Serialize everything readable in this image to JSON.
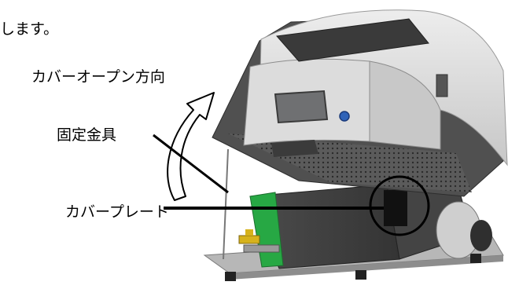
{
  "document": {
    "top_text_fragment": "します。",
    "callouts": {
      "cover_open_direction": "カバーオープン方向",
      "fixing_bracket": "固定金具",
      "cover_plate": "カバープレート"
    }
  },
  "illustration": {
    "subject": "machine-with-open-cover",
    "colors": {
      "cover_light": "#e4e4e4",
      "cover_mid": "#c9c9c9",
      "frame_gray": "#5a5a5a",
      "body_dark": "#3f3f3f",
      "green_part": "#27a844",
      "brass_fitting": "#d6b21c",
      "screen": "#6f7072",
      "button_blue": "#2f63b8"
    }
  }
}
